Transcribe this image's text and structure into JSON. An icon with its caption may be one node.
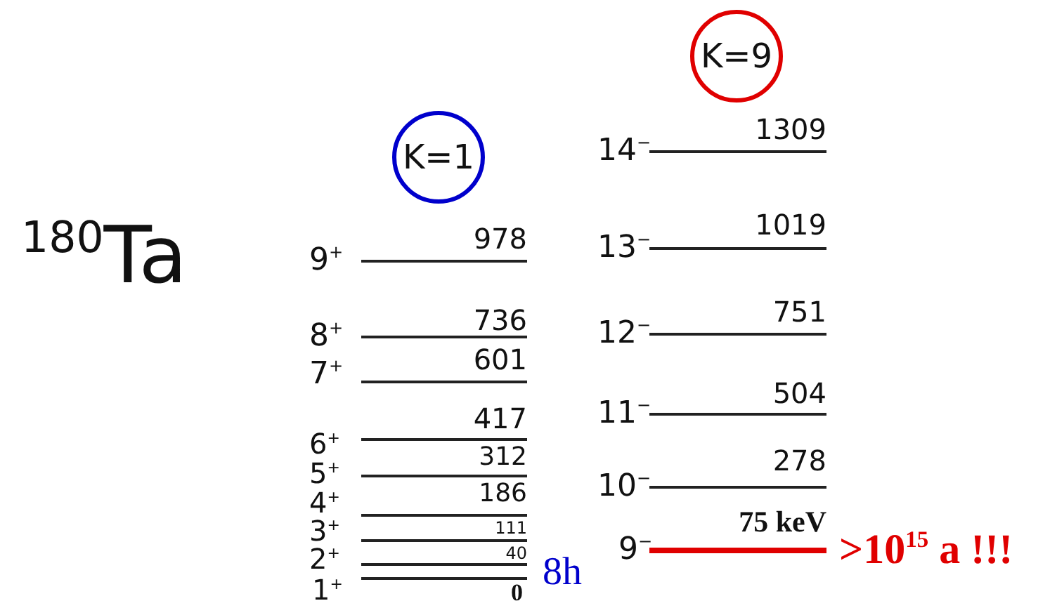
{
  "diagram": {
    "nodes": [
      {
        "text": [
          "K=1"
        ]
      },
      {
        "text": [
          "K=9"
        ]
      }
    ],
    "labels": [
      "$^{180}$Ta",
      "9$^{+}$",
      "978",
      "8$^{+}$",
      "736",
      "601",
      "7$^{+}$",
      "417",
      "6$^{+}$",
      "312",
      "5$^{+}$",
      "186",
      "4$^{+}$",
      "111",
      "3$^{+}$",
      "40",
      "2$^{+}$",
      "1$^{+}$",
      "0",
      "8h",
      "14$^{−}$",
      "1309",
      "13$^{−}$",
      "1019",
      "12$^{−}$",
      "751",
      "11$^{−}$",
      "504",
      "10$^{−}$",
      "278",
      "75 keV",
      "9$^{−}$",
      ">10$^{15}$ a !!!"
    ]
  }
}
